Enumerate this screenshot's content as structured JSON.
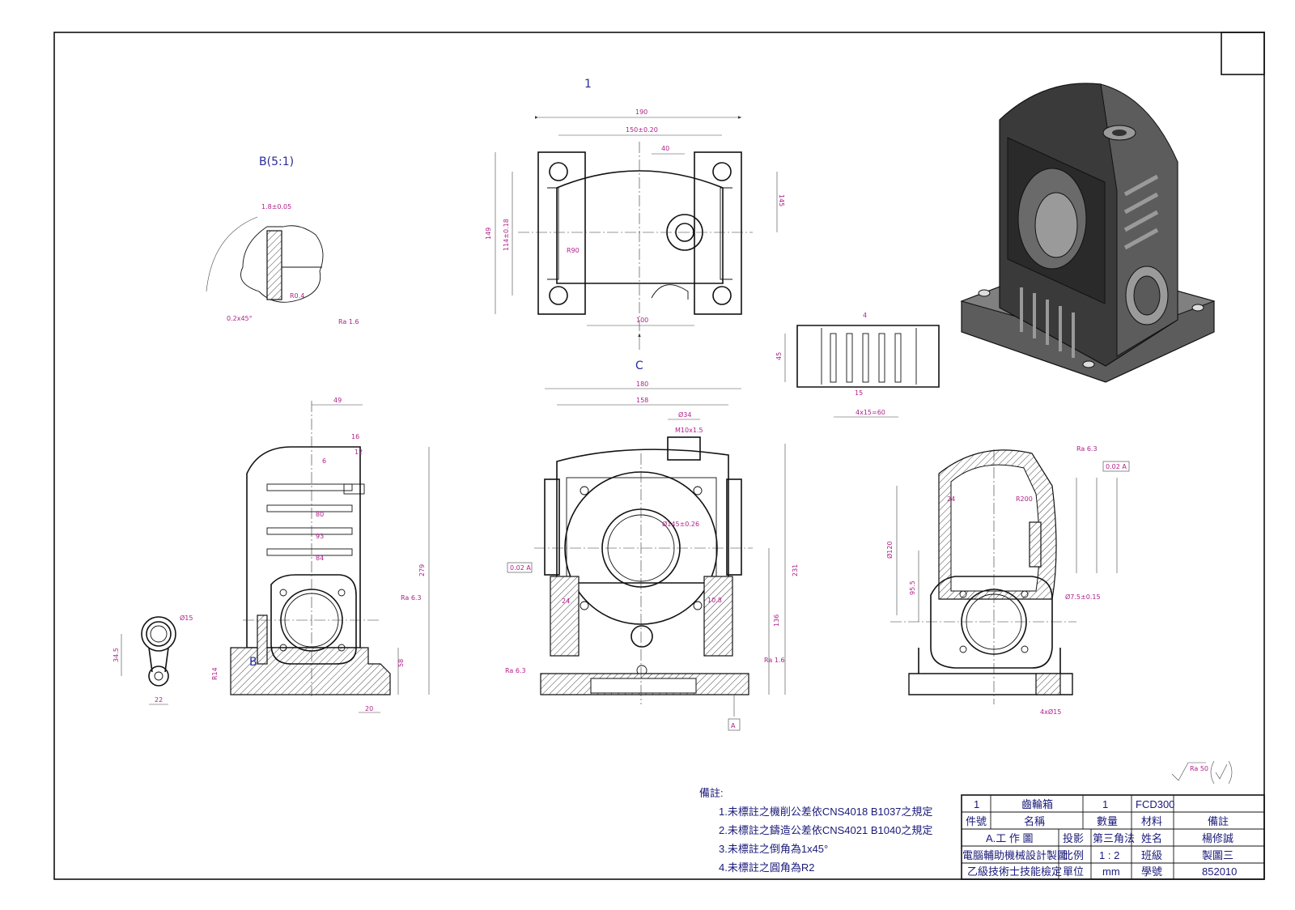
{
  "labels": {
    "view_number": "1",
    "detail_label": "B(5:1)",
    "section_c": "C",
    "section_b": "B",
    "datum_a": "A"
  },
  "dimensions": {
    "top_190": "190",
    "top_150": "150±0.20",
    "top_40": "40",
    "top_145": "145",
    "top_149": "149",
    "top_114": "114±0.18",
    "top_100": "100",
    "top_R90": "R90",
    "front_180": "180",
    "front_158": "158",
    "front_34": "Ø34",
    "front_m10": "M10x1.5",
    "front_231": "231",
    "front_136": "136",
    "front_145": "Ø145±0.26",
    "front_24": "24",
    "front_108": "10.8",
    "left_49": "49",
    "left_16": "16",
    "left_12": "12",
    "left_6": "6",
    "left_279": "279",
    "left_80": "80",
    "left_93": "93",
    "left_84": "84",
    "left_58": "58",
    "left_20": "20",
    "left_r14": "R14",
    "fin_4": "4",
    "fin_15": "15",
    "fin_4x15": "4x15=60",
    "fin_45": "45",
    "right_24": "24",
    "right_r200": "R200",
    "right_120": "Ø120",
    "right_95": "95.5",
    "right_4x15": "4xØ15",
    "right_75": "Ø7.5±0.15",
    "detail_18": "1.8±0.05",
    "detail_02": "0.2x45°",
    "detail_r04": "R0.4",
    "ra16": "Ra 1.6",
    "ra63": "Ra 6.3",
    "ra50": "Ra 50",
    "tol_002a": "0.02 A",
    "tol_003a": "0.02 A",
    "link_22": "22",
    "link_345": "34.5",
    "link_15": "Ø15"
  },
  "notes": {
    "title": "備註:",
    "items": [
      "1.未標註之機削公差依CNS4018 B1037之規定",
      "2.未標註之鑄造公差依CNS4021 B1040之規定",
      "3.未標註之倒角為1x45°",
      "4.未標註之圓角為R2"
    ]
  },
  "title_block": {
    "part_no": "1",
    "part_name": "齒輪箱",
    "qty": "1",
    "material": "FCD300",
    "h_part_no": "件號",
    "h_name": "名稱",
    "h_qty": "數量",
    "h_material": "材料",
    "h_remark": "備註",
    "drawing_type": "A.工 作 圖",
    "projection_label": "投影",
    "projection_value": "第三角法",
    "name_label": "姓名",
    "name_value": "楊修誠",
    "org_line1": "電腦輔助機械設計製圖",
    "scale_label": "比例",
    "scale_value": "1 : 2",
    "class_label": "班級",
    "class_value": "製圖三",
    "org_line2": "乙級技術士技能檢定",
    "unit_label": "單位",
    "unit_value": "mm",
    "id_label": "學號",
    "id_value": "852010"
  },
  "colors": {
    "line": "#111111",
    "dimension": "#b0208a",
    "note": "#1a1a7a",
    "iso_dark": "#3a3a3a",
    "iso_mid": "#5c5c5c",
    "iso_light": "#808080"
  }
}
